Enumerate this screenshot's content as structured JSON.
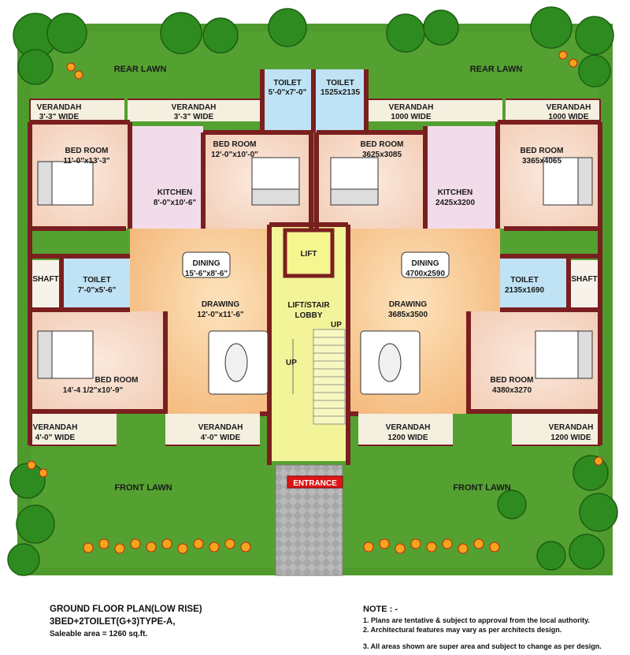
{
  "colors": {
    "lawn": "#4f9a2d",
    "wall": "#7a1f1f",
    "bedroom": "#f6d9c7",
    "dining": "#f7c48e",
    "kitchen": "#f3dcea",
    "toilet": "#bfe3f5",
    "verandah": "#f4efdf",
    "lobby": "#f3f39a",
    "entrance_badge": "#e01414",
    "paving": "#b9b9b9"
  },
  "lawns": {
    "rear_left": "REAR LAWN",
    "rear_right": "REAR LAWN",
    "front_left": "FRONT LAWN",
    "front_right": "FRONT LAWN"
  },
  "left_flat": {
    "verandah_top_outer": {
      "name": "VERANDAH",
      "size": "3'-3\" WIDE"
    },
    "verandah_top_inner": {
      "name": "VERANDAH",
      "size": "3'-3\" WIDE"
    },
    "toilet_top": {
      "name": "TOILET",
      "size": "5'-0\"x7'-0\""
    },
    "bedroom_1": {
      "name": "BED ROOM",
      "size": "11'-0\"x13'-3\""
    },
    "bedroom_2": {
      "name": "BED ROOM",
      "size": "12'-0\"x10'-0\""
    },
    "kitchen": {
      "name": "KITCHEN",
      "size": "8'-0\"x10'-6\""
    },
    "dining": {
      "name": "DINING",
      "size": "15'-6\"x8'-6\""
    },
    "shaft": "SHAFT",
    "toilet_side": {
      "name": "TOILET",
      "size": "7'-0\"x5'-6\""
    },
    "drawing": {
      "name": "DRAWING",
      "size": "12'-0\"x11'-6\""
    },
    "bedroom_3": {
      "name": "BED ROOM",
      "size": "14'-4 1/2\"x10'-9\""
    },
    "verandah_bottom_outer": {
      "name": "VERANDAH",
      "size": "4'-0\" WIDE"
    },
    "verandah_bottom_inner": {
      "name": "VERANDAH",
      "size": "4'-0\" WIDE"
    }
  },
  "right_flat": {
    "toilet_top": {
      "name": "TOILET",
      "size": "1525x2135"
    },
    "verandah_top_inner": {
      "name": "VERANDAH",
      "size": "1000 WIDE"
    },
    "verandah_top_outer": {
      "name": "VERANDAH",
      "size": "1000 WIDE"
    },
    "bedroom_1": {
      "name": "BED ROOM",
      "size": "3625x3085"
    },
    "kitchen": {
      "name": "KITCHEN",
      "size": "2425x3200"
    },
    "bedroom_2": {
      "name": "BED ROOM",
      "size": "3365x4065"
    },
    "dining": {
      "name": "DINING",
      "size": "4700x2590"
    },
    "toilet_side": {
      "name": "TOILET",
      "size": "2135x1690"
    },
    "shaft": "SHAFT",
    "drawing": {
      "name": "DRAWING",
      "size": "3685x3500"
    },
    "bedroom_3": {
      "name": "BED ROOM",
      "size": "4380x3270"
    },
    "verandah_bottom_inner": {
      "name": "VERANDAH",
      "size": "1200 WIDE"
    },
    "verandah_bottom_outer": {
      "name": "VERANDAH",
      "size": "1200 WIDE"
    }
  },
  "core": {
    "lift": "LIFT",
    "lobby_line1": "LIFT/STAIR",
    "lobby_line2": "LOBBY",
    "stair_up_right": "UP",
    "stair_up_left": "UP",
    "entrance": "ENTRANCE"
  },
  "caption": {
    "title": "GROUND FLOOR PLAN(LOW RISE)",
    "type": "3BED+2TOILET(G+3)TYPE-A,",
    "area": "Saleable area = 1260 sq.ft."
  },
  "notes": {
    "heading": "NOTE : -",
    "items": [
      "1.  Plans are tentative & subject to approval from the local authority.",
      "2.  Architectural features  may vary as per architects design.",
      "3. All areas  shown are super area and subject to change as per design."
    ]
  }
}
